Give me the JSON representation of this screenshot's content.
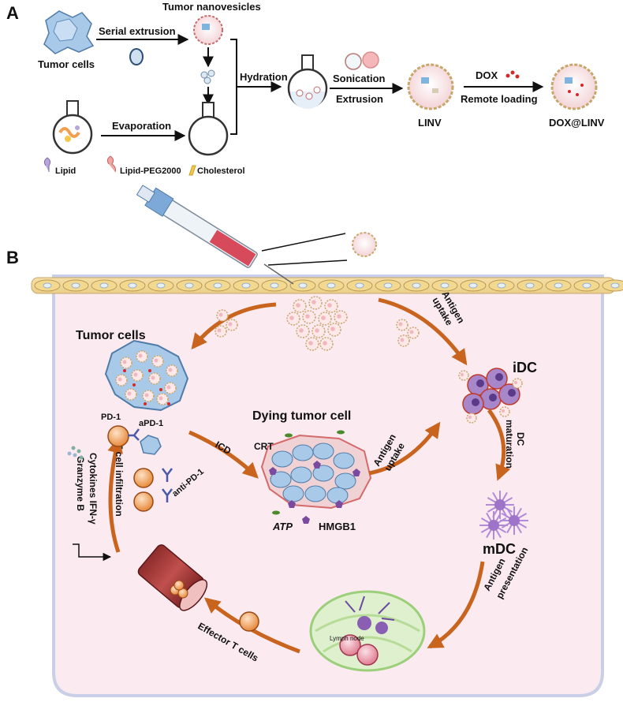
{
  "panel_a": {
    "letter": "A",
    "tumor_cells": "Tumor cells",
    "serial_extrusion": "Serial extrusion",
    "tumor_nanovesicles": "Tumor nanovesicles",
    "hydration": "Hydration",
    "sonication": "Sonication",
    "extrusion": "Extrusion",
    "evaporation": "Evaporation",
    "linv": "LINV",
    "dox": "DOX",
    "remote_loading": "Remote loading",
    "dox_linv": "DOX@LINV",
    "legend": {
      "lipid": "Lipid",
      "lipid_peg": "Lipid-PEG2000",
      "cholesterol": "Cholesterol"
    }
  },
  "panel_b": {
    "letter": "B",
    "tumor_cells": "Tumor cells",
    "antigen_uptake_top": [
      "Antigen",
      "uptake"
    ],
    "idc": "iDC",
    "dying_tumor_cell": "Dying tumor cell",
    "icd": "ICD",
    "crt": "CRT",
    "atp": "ATP",
    "hmgb1": "HMGB1",
    "antigen_uptake_mid": [
      "Antigen",
      "uptake"
    ],
    "dc_maturation": [
      "DC",
      "maturation"
    ],
    "mdc": "mDC",
    "antigen_presentation": [
      "Antigen",
      "presentation"
    ],
    "effector_t_cells": "Effector T cells",
    "lymph_node": "Lymph node",
    "pd1": "PD-1",
    "apd1": "aPD-1",
    "anti_pd1": "anti-PD-1",
    "t_cell_infiltration": "T cell infiltration",
    "cytokines": "Cytokines IFN-γ",
    "granzyme": "Granzyme B"
  },
  "colors": {
    "arrow_orange": "#c8641e",
    "tissue_pink": "#fbeaf0",
    "tissue_border": "#c9cfe6",
    "tumor_blue": "#9cc3e4",
    "dc_purple": "#8a5fb3",
    "crt_red": "#c0392b",
    "atp_green": "#4a8a2a",
    "hmgb1_blue": "#2a5aa8"
  }
}
